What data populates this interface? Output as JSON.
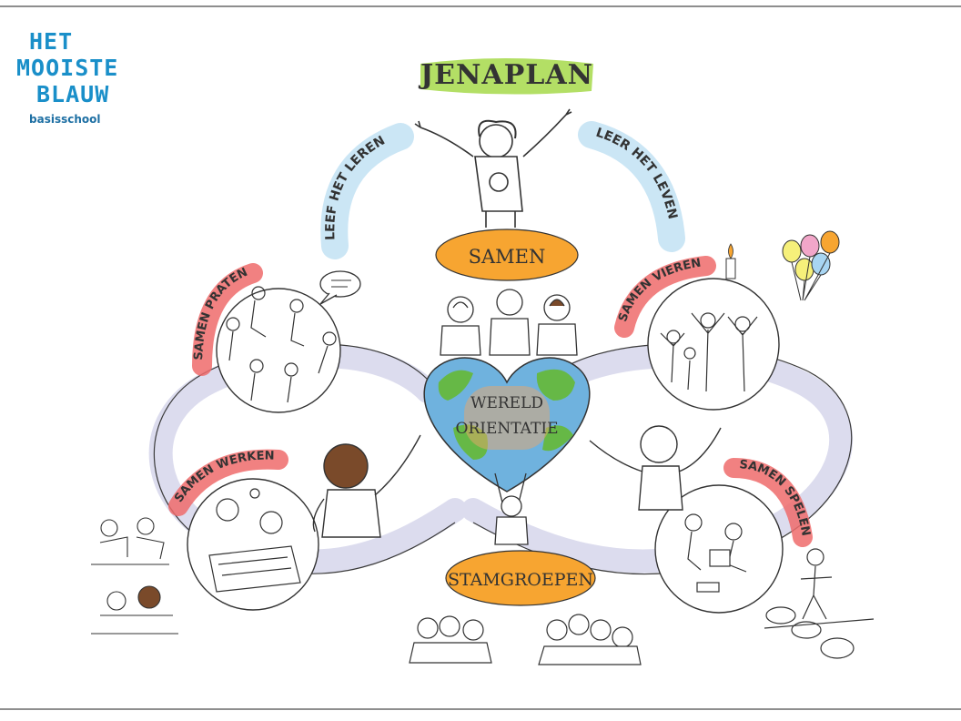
{
  "logo": {
    "line1": "HET",
    "line2": "MOOISTE",
    "line3": "BLAUW",
    "line4": "basisschool"
  },
  "title": "JENAPLAN",
  "arc_left": "LEEF HET LEREN",
  "arc_right": "LEER HET LEVEN",
  "center_top": "SAMEN",
  "center_heart_line1": "WERELD",
  "center_heart_line2": "ORIENTATIE",
  "center_bottom": "STAMGROEPEN",
  "labels": {
    "praten": "SAMEN PRATEN",
    "vieren": "SAMEN VIEREN",
    "werken": "SAMEN WERKEN",
    "spelen": "SAMEN SPELEN"
  },
  "colors": {
    "logo_blue": "#1a8fc9",
    "title_highlight": "#a6d94a",
    "arc_blue": "#cbe6f5",
    "pill_orange": "#f7a531",
    "label_red": "#ef6b6b",
    "loop_lavender": "#dcdcee",
    "heart_green": "#66b846",
    "heart_blue": "#6fb2de"
  },
  "icons": [
    "person-figure-icon",
    "balloon-icon",
    "heart-globe-icon",
    "candle-icon",
    "speech-bubble-icon"
  ]
}
